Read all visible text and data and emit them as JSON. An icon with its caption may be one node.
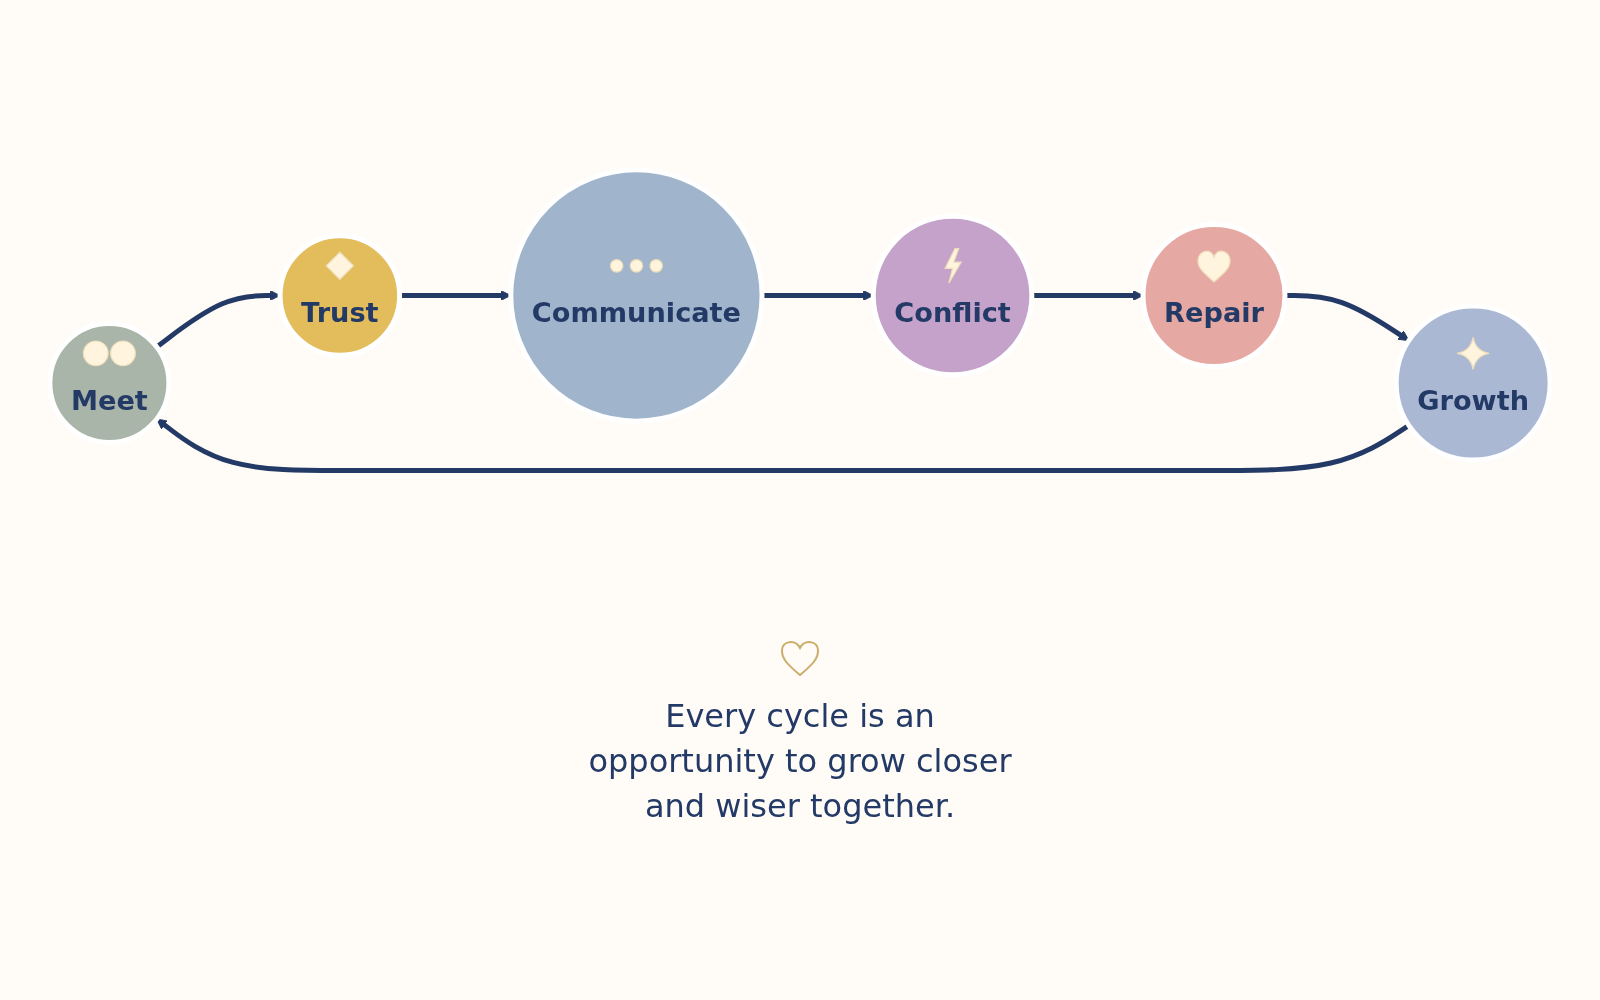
{
  "diagram": {
    "nodes": [
      {
        "text": [
          "Meet"
        ]
      },
      {
        "text": [
          "Trust"
        ]
      },
      {
        "text": [
          "Communicate"
        ]
      },
      {
        "text": [
          "Conflict"
        ]
      },
      {
        "text": [
          "Repair"
        ]
      },
      {
        "text": [
          "Growth"
        ]
      }
    ],
    "edges": [
      {
        "from": 0,
        "to": 1,
        "arrow": "to"
      },
      {
        "from": 1,
        "to": 2,
        "arrow": "to"
      },
      {
        "from": 2,
        "to": 3,
        "arrow": "to"
      },
      {
        "from": 3,
        "to": 4,
        "arrow": "to"
      },
      {
        "from": 4,
        "to": 5,
        "arrow": "to"
      },
      {
        "from": 5,
        "to": 0,
        "arrow": "to"
      }
    ],
    "labels": [
      "Every cycle is an opportunity to grow closer and wiser together."
    ]
  }
}
